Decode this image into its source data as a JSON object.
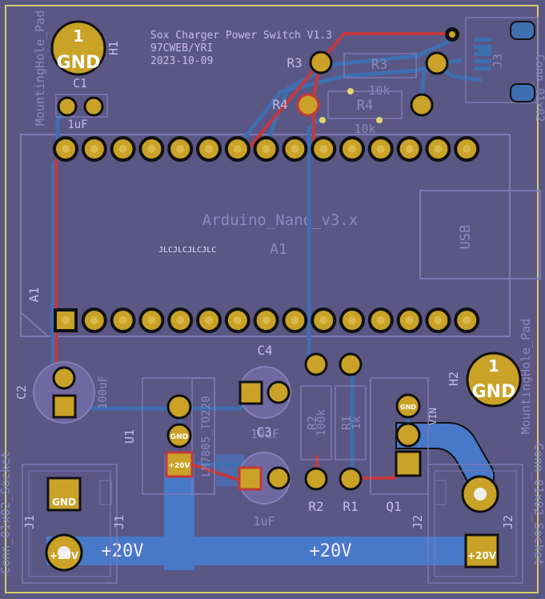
{
  "board": {
    "title": "Sox Charger Power Switch V1.3",
    "author": "97CWEB/YRI",
    "date": "2023-10-09",
    "jlc_mark": "JLCJLCJLCJLC",
    "colors": {
      "board": "#5a5785",
      "copper_back": "#3e6fb0",
      "copper_front": "#c2393d",
      "pour": "#4878c8",
      "pad": "#c9a227",
      "silk": "#c9b9e8",
      "edge": "#d5cc6a"
    }
  },
  "labels": {
    "gnd_h1": "GND",
    "gnd_h2": "GND",
    "one_h1": "1",
    "one_h2": "1",
    "h1": "H1",
    "h2": "H2",
    "c1": "C1",
    "c1_val": "1uF",
    "c2": "C2",
    "c2_val": "100uF",
    "c3": "C3",
    "c3_val": "1uF",
    "c4": "C4",
    "c4_val": "10uF",
    "r1": "R1",
    "r2": "R2",
    "r3": "R3",
    "r3_val": "10k",
    "r4": "R4",
    "r4_val": "10k",
    "r2_val": "100k",
    "r1_val": "1k",
    "q1": "Q1",
    "u1": "U1",
    "u1_val": "LM7805_TO220",
    "j1": "J1",
    "j1_val": "Conn_01x02_Socket",
    "j2": "J2",
    "j2_val": "Conn_01x02_Socket",
    "j3": "J3",
    "a1": "A1",
    "arduino_ref": "A1",
    "arduino_val": "Arduino_Nano_v3.x",
    "usb": "USB",
    "mounting_left": "MountingHole_Pad",
    "mounting_right": "MountingHole_Pad",
    "conn_right_top": "Conn_01x02",
    "v20_left": "+20V",
    "v20_right": "+20V",
    "pad_gnd": "GND",
    "pad_20v": "+20V",
    "pad_vin": "VIN"
  }
}
